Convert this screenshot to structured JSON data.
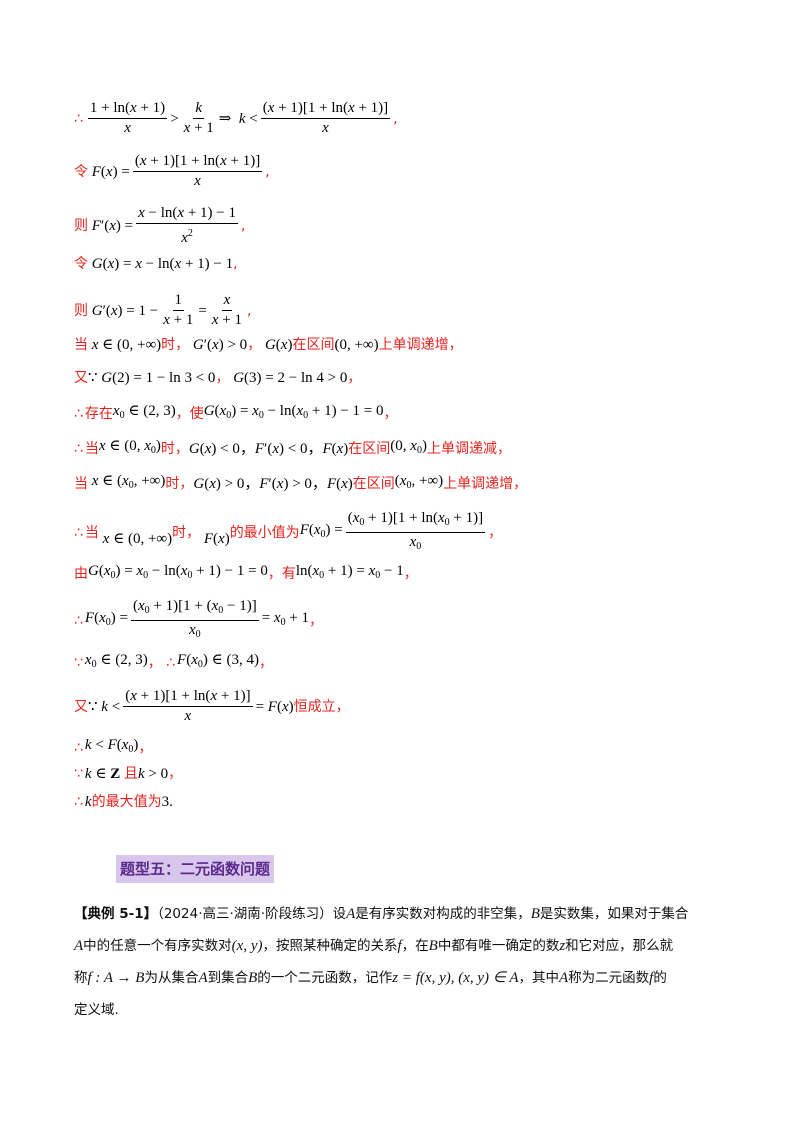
{
  "lines": {
    "l1": {
      "arrow": "⇒",
      "comma": ","
    },
    "l2": {
      "word": "令",
      "comma": ","
    },
    "l3": {
      "word": "则",
      "comma": ","
    },
    "l4": {
      "word": "令",
      "comma": ","
    },
    "l5": {
      "word": "则",
      "comma": ","
    },
    "l6": {
      "w1": "当",
      "w2": "时，",
      "sep": "，",
      "w3": "在区间",
      "w4": "上单调递增，"
    },
    "l7": {
      "w1": "又",
      "sep": "，",
      "end": "，"
    },
    "l8": {
      "w1": "存在",
      "w2": "，使",
      "end": "，"
    },
    "l9": {
      "w1": "当",
      "w2": "时，",
      "w3": "在区间",
      "w4": "上单调递减，"
    },
    "l10": {
      "w1": "当",
      "w2": "时，",
      "w3": "在区间",
      "w4": "上单调递增，"
    },
    "l11": {
      "w1": "当",
      "w2": "时，",
      "w3": "的最小值为",
      "comma": "，"
    },
    "l12": {
      "w1": "由",
      "w2": "，有",
      "comma": "，"
    },
    "l13": {
      "comma": "，"
    },
    "l14": {
      "sep": "，",
      "comma": "，"
    },
    "l15": {
      "w1": "又",
      "w2": "恒成立，"
    },
    "l16": {
      "comma": "，"
    },
    "l17": {
      "w1": "且",
      "comma": "，"
    },
    "l18": {
      "w1": "的最大值为",
      "val": "3",
      "end": "."
    }
  },
  "section_title": "题型五：二元函数问题",
  "example": {
    "label": "【典例 5-1】",
    "source": "（2024·高三·湖南·阶段练习）",
    "t1": "设",
    "t2": "是有序实数对构成的非空集，",
    "t3": "是实数集，如果对于集合",
    "t4": "中的任意一个有序实数对",
    "t5": "，按照某种确定的关系",
    "t6": "，在",
    "t7": "中都有唯一确定的数",
    "t8": "和它对应，那么就",
    "t9": "称",
    "t10": "为从集合",
    "t11": "到集合",
    "t12": "的一个二元函数，记作",
    "t13": "，其中",
    "t14": "称为二元函数",
    "t15": "的",
    "t16": "定义域."
  }
}
